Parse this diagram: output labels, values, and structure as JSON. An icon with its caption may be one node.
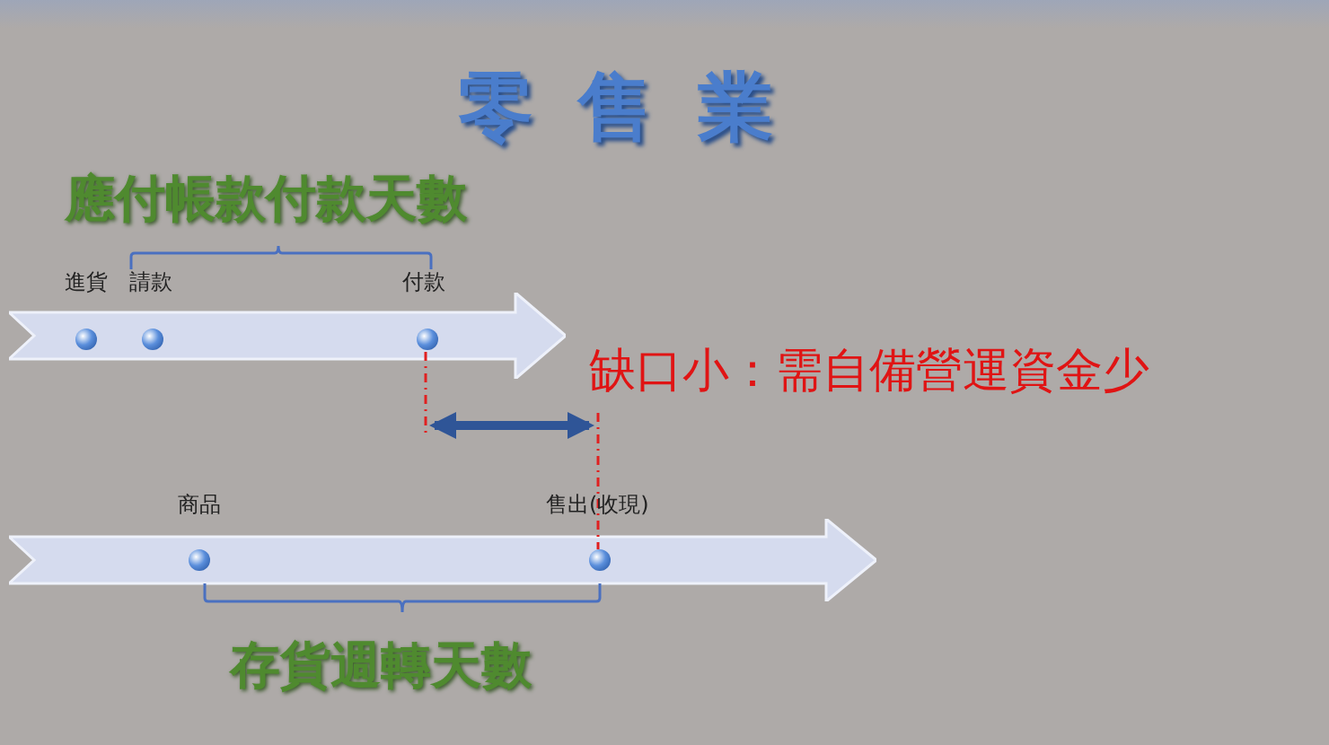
{
  "diagram": {
    "title": "零 售 業",
    "nodes": [
      {
        "text": [],
        "shape": "arrow"
      },
      {
        "text": [],
        "shape": "circle",
        "in": 0,
        "beside": [
          "進貨"
        ]
      },
      {
        "text": [],
        "shape": "circle",
        "in": 0,
        "beside": [
          "請款"
        ]
      },
      {
        "text": [],
        "shape": "circle",
        "in": 0,
        "beside": [
          "付款"
        ]
      },
      {
        "text": [],
        "shape": "arrow"
      },
      {
        "text": [],
        "shape": "circle",
        "in": 4,
        "beside": [
          "商品"
        ]
      },
      {
        "text": [],
        "shape": "circle",
        "in": 4,
        "beside": [
          "售出(收現)"
        ]
      }
    ],
    "labels": [
      "應付帳款付款天數",
      "缺口小：需自備營運資金少",
      "存貨週轉天數"
    ]
  }
}
